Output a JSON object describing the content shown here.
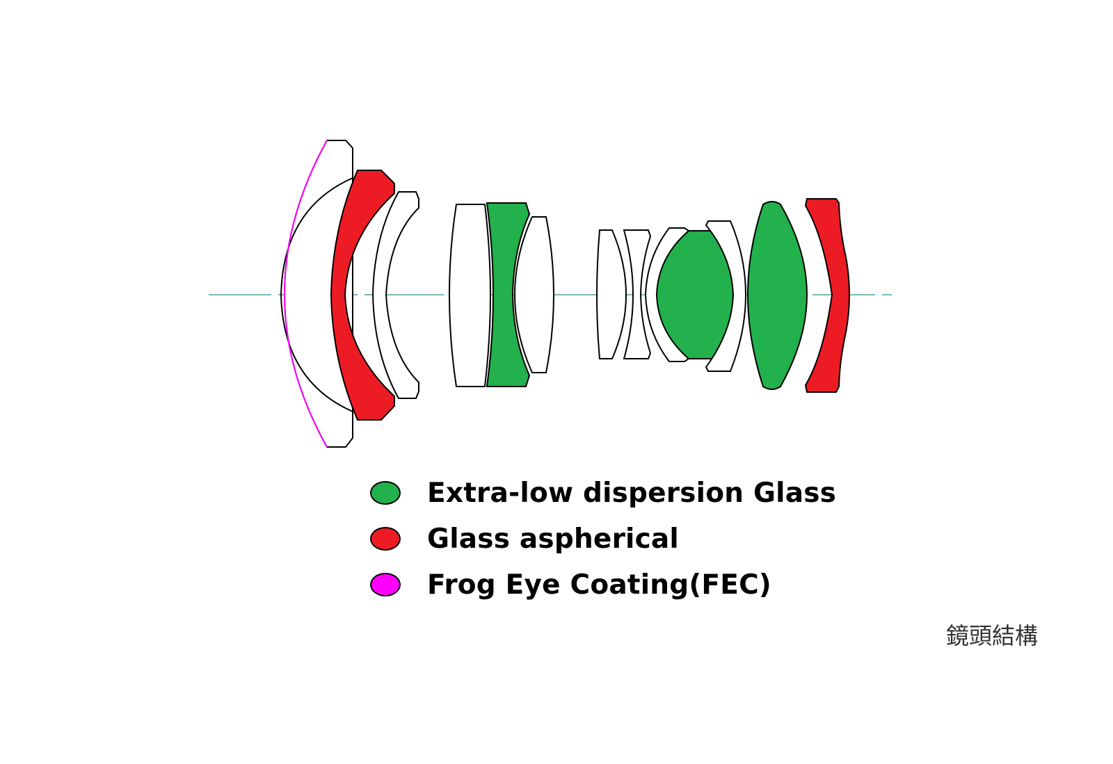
{
  "colors": {
    "ed_glass": "#22b14c",
    "aspherical": "#ed1c24",
    "fec": "#ff00ff",
    "axis": "#4aa3a0",
    "outline": "#000000"
  },
  "legend": {
    "items": [
      {
        "label": "Extra-low dispersion Glass",
        "color": "#22b14c"
      },
      {
        "label": "Glass aspherical",
        "color": "#ed1c24"
      },
      {
        "label": "Frog Eye Coating(FEC)",
        "color": "#ff00ff"
      }
    ]
  },
  "caption": "鏡頭結構"
}
